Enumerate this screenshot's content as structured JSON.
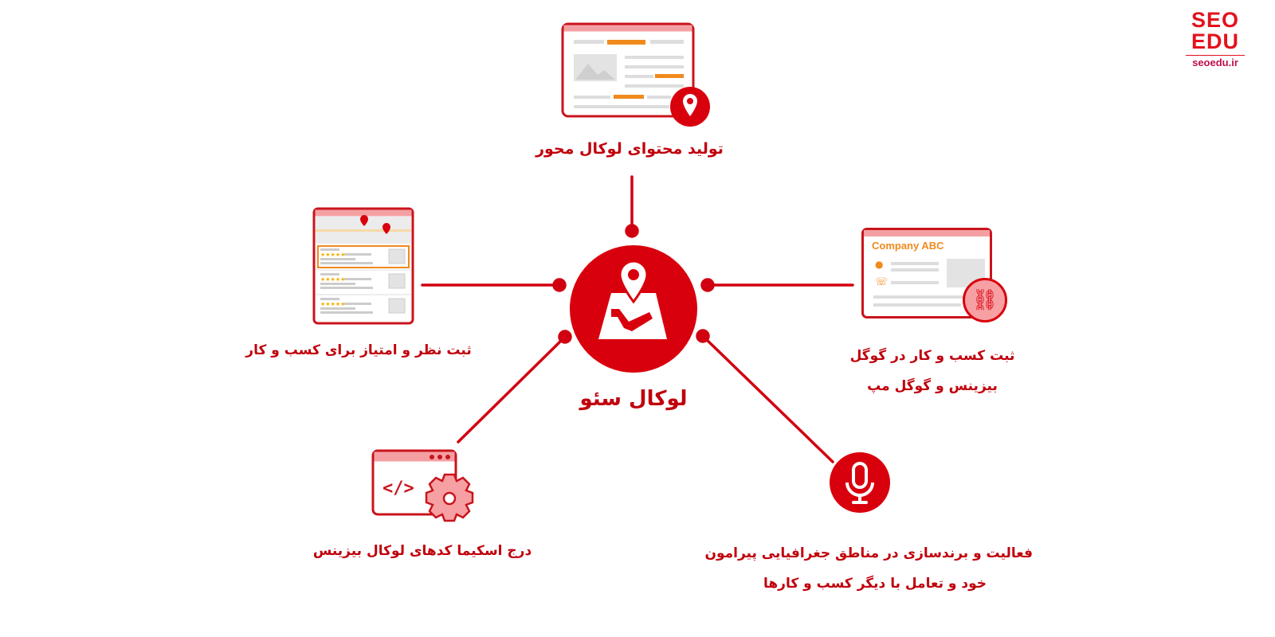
{
  "logo": {
    "line1": "SEO",
    "line2": "EDU",
    "url": "seoedu.ir"
  },
  "center": {
    "title": "لوکال سئو",
    "icon": "map-pin-icon"
  },
  "nodes": [
    {
      "id": "content",
      "label": "تولید محتوای لوکال محور",
      "icon": "webpage-location-icon"
    },
    {
      "id": "reviews",
      "label": "ثبت نظر و امتیاز برای کسب و کار",
      "icon": "map-reviews-list-icon"
    },
    {
      "id": "gmb",
      "label_line1": "ثبت کسب و کار در گوگل",
      "label_line2": "بیزینس و گوگل مپ",
      "icon": "business-card-link-icon",
      "card_title": "Company ABC"
    },
    {
      "id": "schema",
      "label": "درج اسکیما کدهای لوکال بیزینس",
      "icon": "code-gear-icon",
      "code_glyph": "</>"
    },
    {
      "id": "branding",
      "label_line1": "فعالیت و برندسازی در مناطق جغرافیایی پیرامون",
      "label_line2": "خود و تعامل با دیگر کسب و کارها",
      "icon": "microphone-icon"
    }
  ],
  "colors": {
    "primary": "#d9000d",
    "dark_text": "#c0000c",
    "light": "#f4a0a3",
    "orange": "#f08a1c",
    "gray": "#d9d9d9"
  }
}
